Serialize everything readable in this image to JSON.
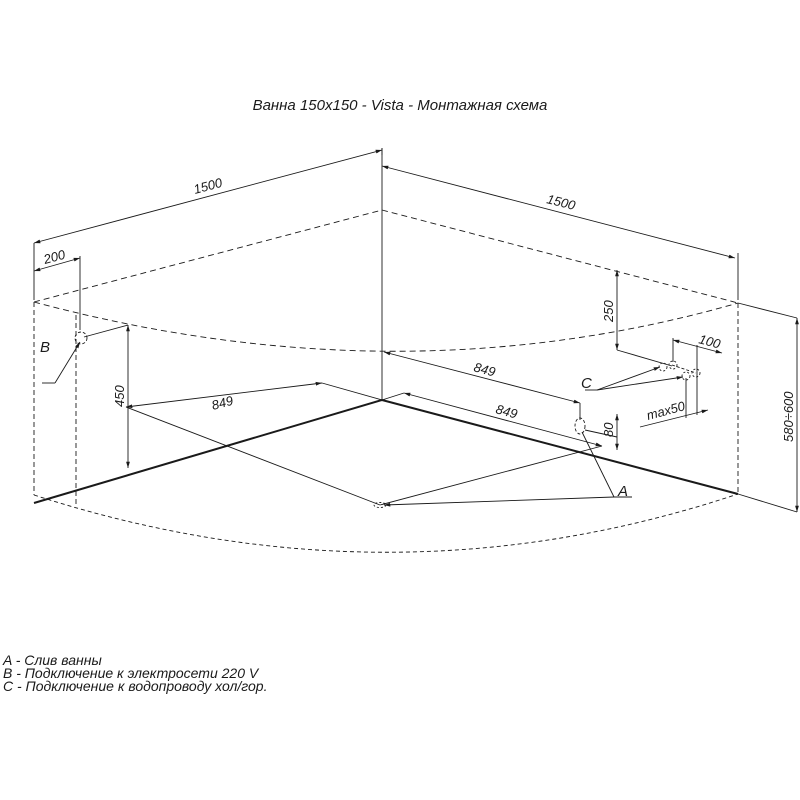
{
  "title": "Ванна 150x150 - Vista - Монтажная схема",
  "dimensions": {
    "left_width": "1500",
    "right_width": "1500",
    "b_offset": "200",
    "b_height": "450",
    "drain_left_distance": "849",
    "drain_right_distance_top": "849",
    "drain_right_distance_bottom": "849",
    "water_height": "250",
    "water_spacing": "100",
    "water_depth": "max50",
    "drain_height": "80",
    "total_height": "580÷600"
  },
  "labels": {
    "a": "A",
    "b": "B",
    "c": "C"
  },
  "legend": [
    {
      "key": "A",
      "text": "A - Слив ванны"
    },
    {
      "key": "B",
      "text": "B - Подключение к электросети 220 V"
    },
    {
      "key": "C",
      "text": "C - Подключение к водопроводу хол/гор."
    }
  ],
  "colors": {
    "line": "#1a1a1a",
    "background": "#ffffff"
  }
}
